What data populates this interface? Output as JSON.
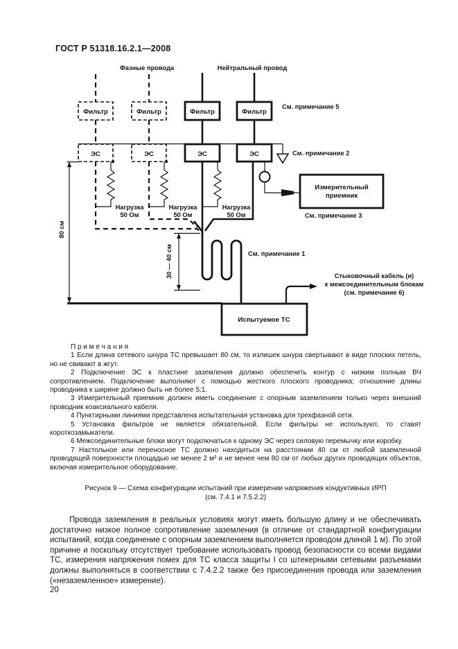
{
  "page": {
    "header": "ГОСТ Р 51318.16.2.1—2008",
    "page_number": "20"
  },
  "diagram": {
    "labels": {
      "phase_wires": "Фазные провода",
      "neutral_wire": "Нейтральный провод",
      "filter": "Фильтр",
      "es": "ЭС",
      "load_line1": "Нагрузка",
      "load_line2": "50 Ом",
      "see_note_1": "См. примечание 1",
      "see_note_2": "См. примечание 2",
      "see_note_3": "См. примечание 3",
      "see_note_5": "См. примечание 5",
      "receiver_line1": "Измерительный",
      "receiver_line2": "приемник",
      "eut": "Испытуемое ТС",
      "dim_80cm": "80 см",
      "dim_30_40cm": "30 — 40 см",
      "cable_line1": "Стыковочный кабель (и)",
      "cable_line2": "к межсоединительным блокам",
      "cable_line3": "(см. примечание 6)"
    }
  },
  "notes": {
    "title": "П р и м е ч а н и я",
    "items": [
      "1 Если длина сетевого шнура ТС превышает 80 см, то излишек шнура свертывают в виде плоских петель, но не свивают в жгут.",
      "2 Подключение ЭС к пластине заземления должно обеспечить контур с низким полным ВЧ сопротивлением. Подключение выполняют с помощью жесткого плоского проводника; отношение длины проводника к ширине должно быть не более 5:1.",
      "3 Измерительный приемник должен иметь соединение с опорным заземлением только через внешний проводник коаксиального кабеля.",
      "4 Пунктирными линиями представлена испытательная установка для трехфазной сети.",
      "5 Установка фильтров не является обязательной. Если фильтры не используют, то ставят короткозамыкатели.",
      "6 Межсоединительные блоки могут подключаться к одному ЭС через силовую перемычку или коробку.",
      "7 Настольное или переносное ТС должно находиться на расстоянии 40 см от любой заземленной проводящей поверхности площадью не менее 2 м² и не менее чем 80 см от любых других проводящих объектов, включая измерительное оборудование."
    ]
  },
  "caption": {
    "line1": "Рисунок 9 — Схема конфигурации испытаний при измерении напряжения кондуктивных ИРП",
    "line2": "(см. 7.4.1 и 7.5.2.2)"
  },
  "body_paragraph": "Провода заземления в реальных условиях могут иметь большую длину и не обеспечивать достаточно низкое полное сопротивление заземления (в отличие от стандартной конфигурации испытаний, когда соединение с опорным заземлением выполняется проводом длиной 1 м). По этой причине и поскольку отсутствует требование использовать провод безопасности со всеми видами ТС, измерения напряжения помех для ТС класса защиты I со штекерными сетевыми разъемами должны выполняться в соответствии с 7.4.2.2 также без присоединения провода или заземления («незаземленное» измерение).",
  "colors": {
    "ink": "#141414",
    "paper": "#ffffff"
  }
}
